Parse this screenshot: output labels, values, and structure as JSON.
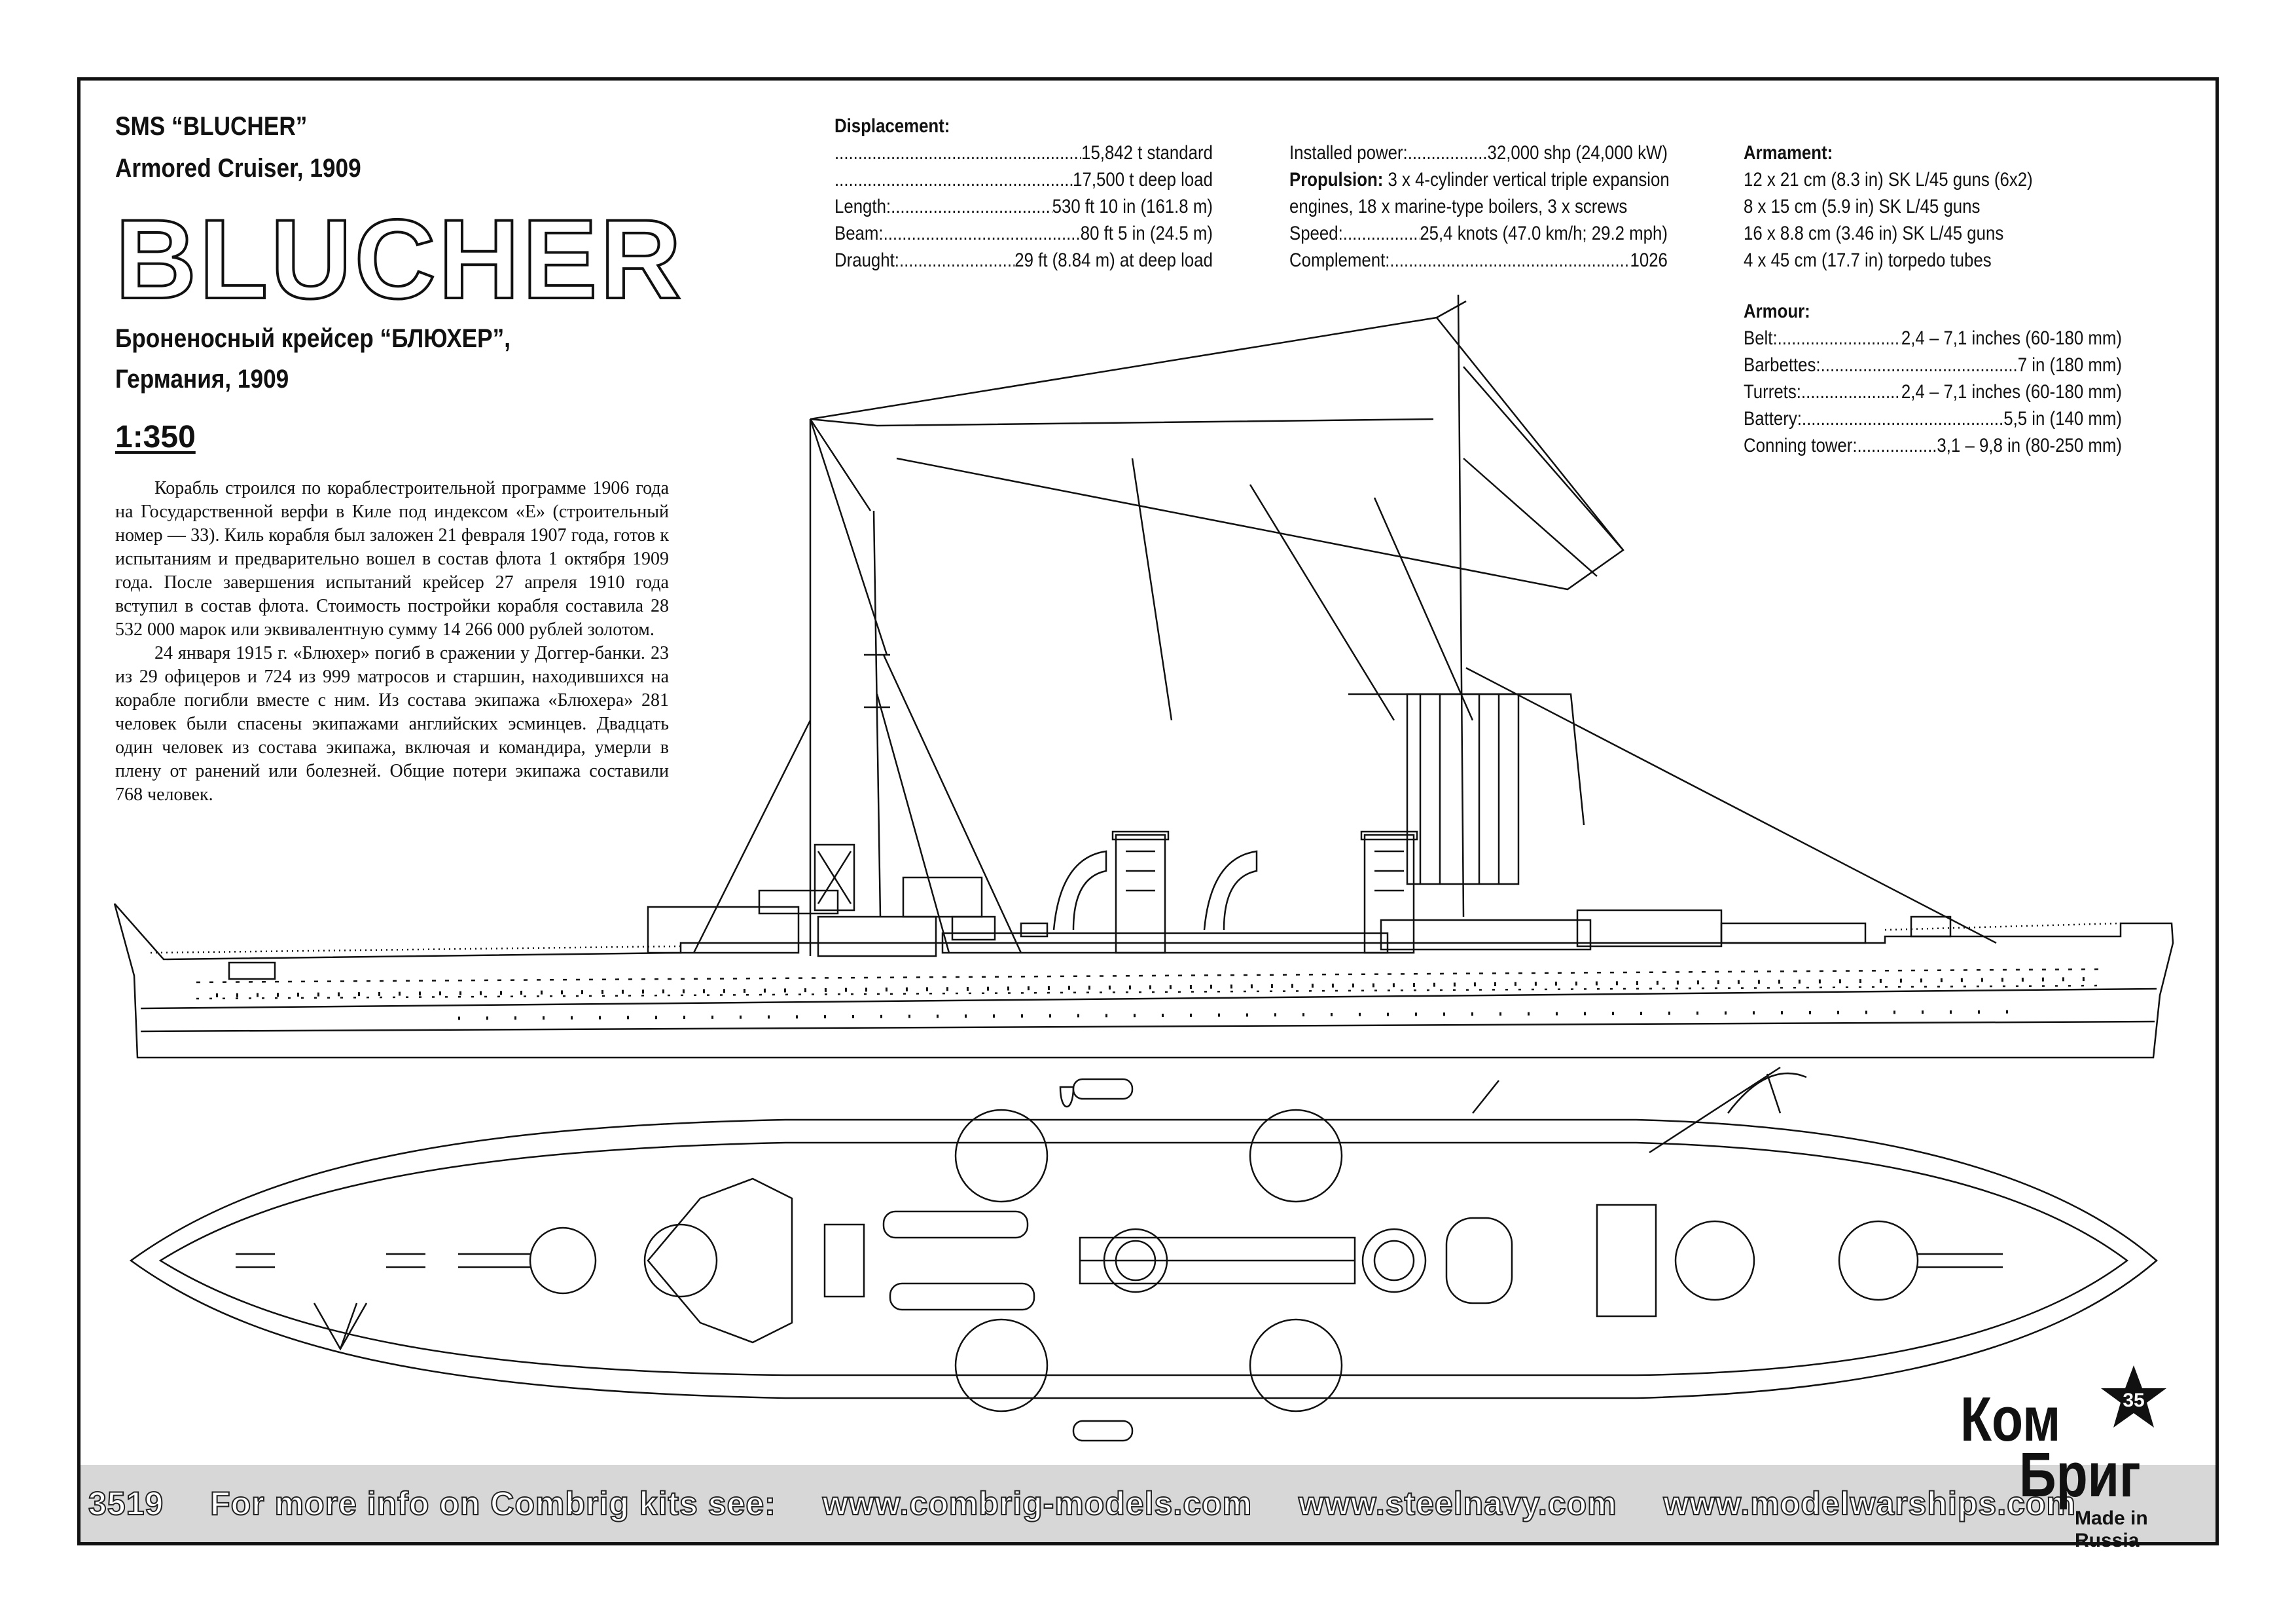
{
  "header": {
    "title_en": "SMS “BLUCHER”",
    "subtitle_en": "Armored Cruiser, 1909",
    "big_name": "BLUCHER",
    "title_ru": "Броненосный крейсер “БЛЮХЕР”,",
    "subtitle_ru": "Германия, 1909",
    "scale": "1:350"
  },
  "story": {
    "p1": "Корабль строился по кораблестроительной программе 1906 года на Государственной верфи в Киле под индексом «E» (строительный номер — 33). Киль корабля был заложен 21 февраля 1907 года, готов к испытаниям и предварительно вошел в состав флота 1 октября 1909 года. После завершения испытаний крейсер 27 апреля 1910 года вступил в состав флота. Стоимость постройки корабля составила 28 532 000 марок или эквивалентную сумму 14 266 000 рублей золотом.",
    "p2": "24 января 1915 г. «Блюхер» погиб в сражении у Доггер-банки. 23 из 29 офицеров и 724 из 999 матросов и старшин, находившихся на корабле погибли вместе с ним. Из состава экипажа «Блюхера» 281 человек были спасены экипажами английских эсминцев. Двадцать один человек из состава экипажа, включая и командира, умерли в плену от ранений или болезней. Общие потери экипажа составили 768 человек."
  },
  "specs": {
    "displacement_heading": "Displacement:",
    "standard": "15,842 t standard",
    "deep_load": "17,500 t deep load",
    "length_label": "Length:",
    "length_value": "530 ft 10 in (161.8 m)",
    "beam_label": "Beam:",
    "beam_value": "80 ft 5 in (24.5 m)",
    "draught_label": "Draught:",
    "draught_value": "29 ft (8.84 m) at deep load",
    "power_label": "Installed power:",
    "power_value": "32,000 shp (24,000 kW)",
    "propulsion_label": "Propulsion:",
    "propulsion_value1": "3 x 4-cylinder vertical triple expansion",
    "propulsion_value2": "engines, 18 x marine-type boilers, 3 x screws",
    "speed_label": "Speed:",
    "speed_value": "25,4 knots (47.0 km/h; 29.2 mph)",
    "complement_label": "Complement:",
    "complement_value": "1026"
  },
  "armament": {
    "heading": "Armament:",
    "items": [
      "12 x 21 cm (8.3 in) SK L/45 guns (6x2)",
      "8 x 15 cm (5.9 in) SK L/45 guns",
      "16 x 8.8 cm (3.46 in) SK L/45 guns",
      "4 x 45 cm (17.7 in) torpedo tubes"
    ]
  },
  "armour": {
    "heading": "Armour:",
    "rows": [
      {
        "label": "Belt:",
        "value": "2,4 – 7,1 inches (60-180 mm)"
      },
      {
        "label": "Barbettes:",
        "value": "7 in (180 mm)"
      },
      {
        "label": "Turrets:",
        "value": "2,4 – 7,1 inches (60-180 mm)"
      },
      {
        "label": "Battery:",
        "value": "5,5 in (140 mm)"
      },
      {
        "label": "Conning tower:",
        "value": "3,1 – 9,8 in (80-250 mm)"
      }
    ]
  },
  "footer": {
    "kit_number": "3519",
    "info_text": "For more info on Combrig kits see:",
    "link1": "www.combrig-models.com",
    "link2": "www.steelnavy.com",
    "link3": "www.modelwarships.com"
  },
  "logo": {
    "line1": "Ком",
    "line2": "Бриг",
    "made_in": "Made in Russia",
    "badge_text": "35"
  },
  "colors": {
    "ink": "#111111",
    "bar": "#d7d7d7",
    "star": "#111111"
  }
}
